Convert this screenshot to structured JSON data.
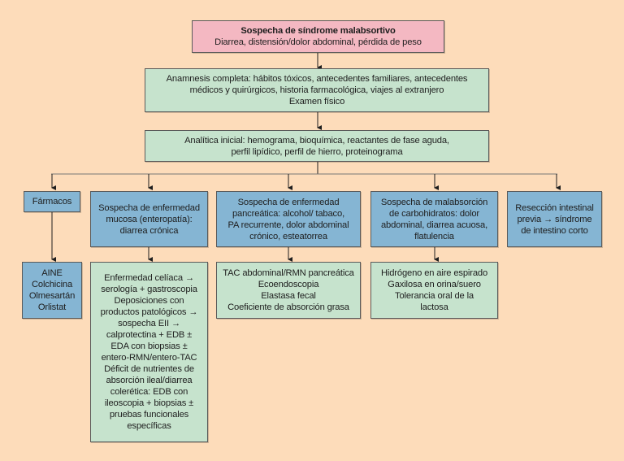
{
  "title": {
    "heading": "Sospecha de síndrome malabsortivo",
    "subheading": "Diarrea, distensión/dolor abdominal, pérdida de peso"
  },
  "anamnesis": {
    "lines": [
      "Anamnesis completa: hábitos tóxicos,  antecedentes familiares, antecedentes",
      "médicos y quirúrgicos, historia farmacológica, viajes al extranjero",
      "Examen físico"
    ]
  },
  "analitica": {
    "lines": [
      "Analítica inicial: hemograma, bioquímica, reactantes de fase aguda,",
      "perfil lipídico, perfil de hierro, proteinograma"
    ]
  },
  "branches": [
    {
      "label_lines": [
        "Fármacos"
      ],
      "detail_lines": [
        "AINE",
        "Colchicina",
        "Olmesartán",
        "Orlistat"
      ]
    },
    {
      "label_lines": [
        "Sospecha de enfermedad",
        "mucosa (enteropatía):",
        "diarrea crónica"
      ],
      "detail_lines": [
        "Enfermedad celíaca →",
        "serología + gastroscopia",
        "Deposiciones con",
        "productos patológicos →",
        "sospecha EII →",
        "calprotectina + EDB ±",
        "EDA con biopsias ±",
        "entero-RMN/entero-TAC",
        "Déficit de nutrientes de",
        "absorción ileal/diarrea",
        "colerética: EDB con",
        "ileoscopia + biopsias ±",
        "pruebas funcionales",
        "específicas"
      ]
    },
    {
      "label_lines": [
        "Sospecha de enfermedad",
        "pancreática: alcohol/ tabaco,",
        "PA recurrente, dolor abdominal",
        "crónico, esteatorrea"
      ],
      "detail_lines": [
        "TAC abdominal/RMN pancreática",
        "Ecoendoscopia",
        "Elastasa fecal",
        "Coeficiente de absorción grasa"
      ]
    },
    {
      "label_lines": [
        "Sospecha de malabsorción",
        "de carbohidratos: dolor",
        "abdominal, diarrea acuosa,",
        "flatulencia"
      ],
      "detail_lines": [
        "Hidrógeno en aire espirado",
        "Gaxilosa en orina/suero",
        "Tolerancia oral de la",
        "lactosa"
      ]
    },
    {
      "label_lines": [
        "Resección intestinal",
        "previa → síndrome",
        "de intestino corto"
      ],
      "detail_lines": []
    }
  ],
  "colors": {
    "background": "#fddcba",
    "title_box": "#f4b8c2",
    "step_box": "#c6e3cd",
    "branch_box": "#85b5d3",
    "connector": "#1e1e1e"
  }
}
